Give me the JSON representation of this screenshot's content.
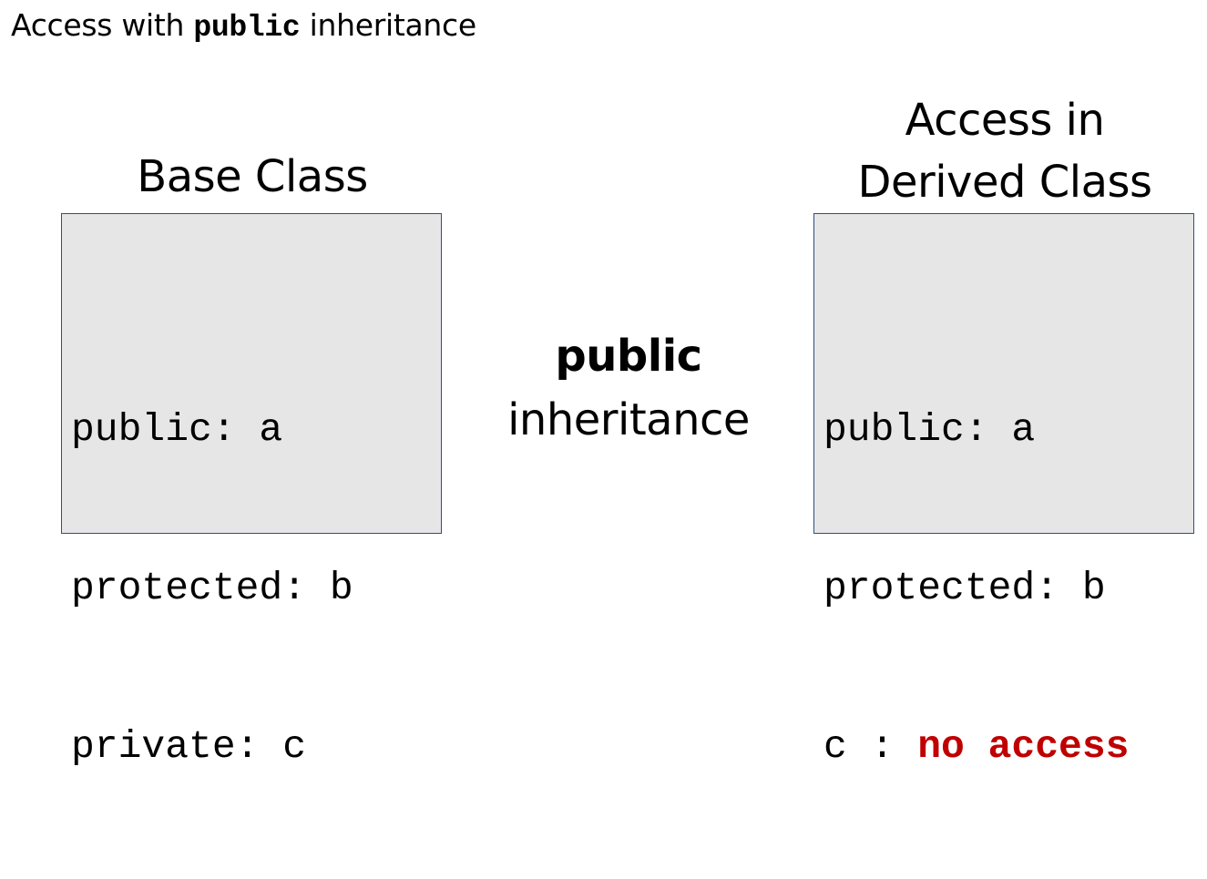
{
  "title": {
    "prefix": "Access with ",
    "keyword": "public",
    "suffix": " inheritance"
  },
  "base_class": {
    "heading": "Base Class",
    "lines": [
      "public: a",
      "protected: b",
      "private: c"
    ]
  },
  "inheritance": {
    "keyword": "public",
    "label": "inheritance"
  },
  "derived_class": {
    "heading_line1": "Access in",
    "heading_line2": "Derived Class",
    "lines": [
      "public: a",
      "protected: b"
    ],
    "last_line_prefix": "c : ",
    "last_line_status": "no access"
  },
  "colors": {
    "box_fill": "#e7e6e6",
    "box_border": "#2f4d8a",
    "no_access": "#c00000"
  }
}
